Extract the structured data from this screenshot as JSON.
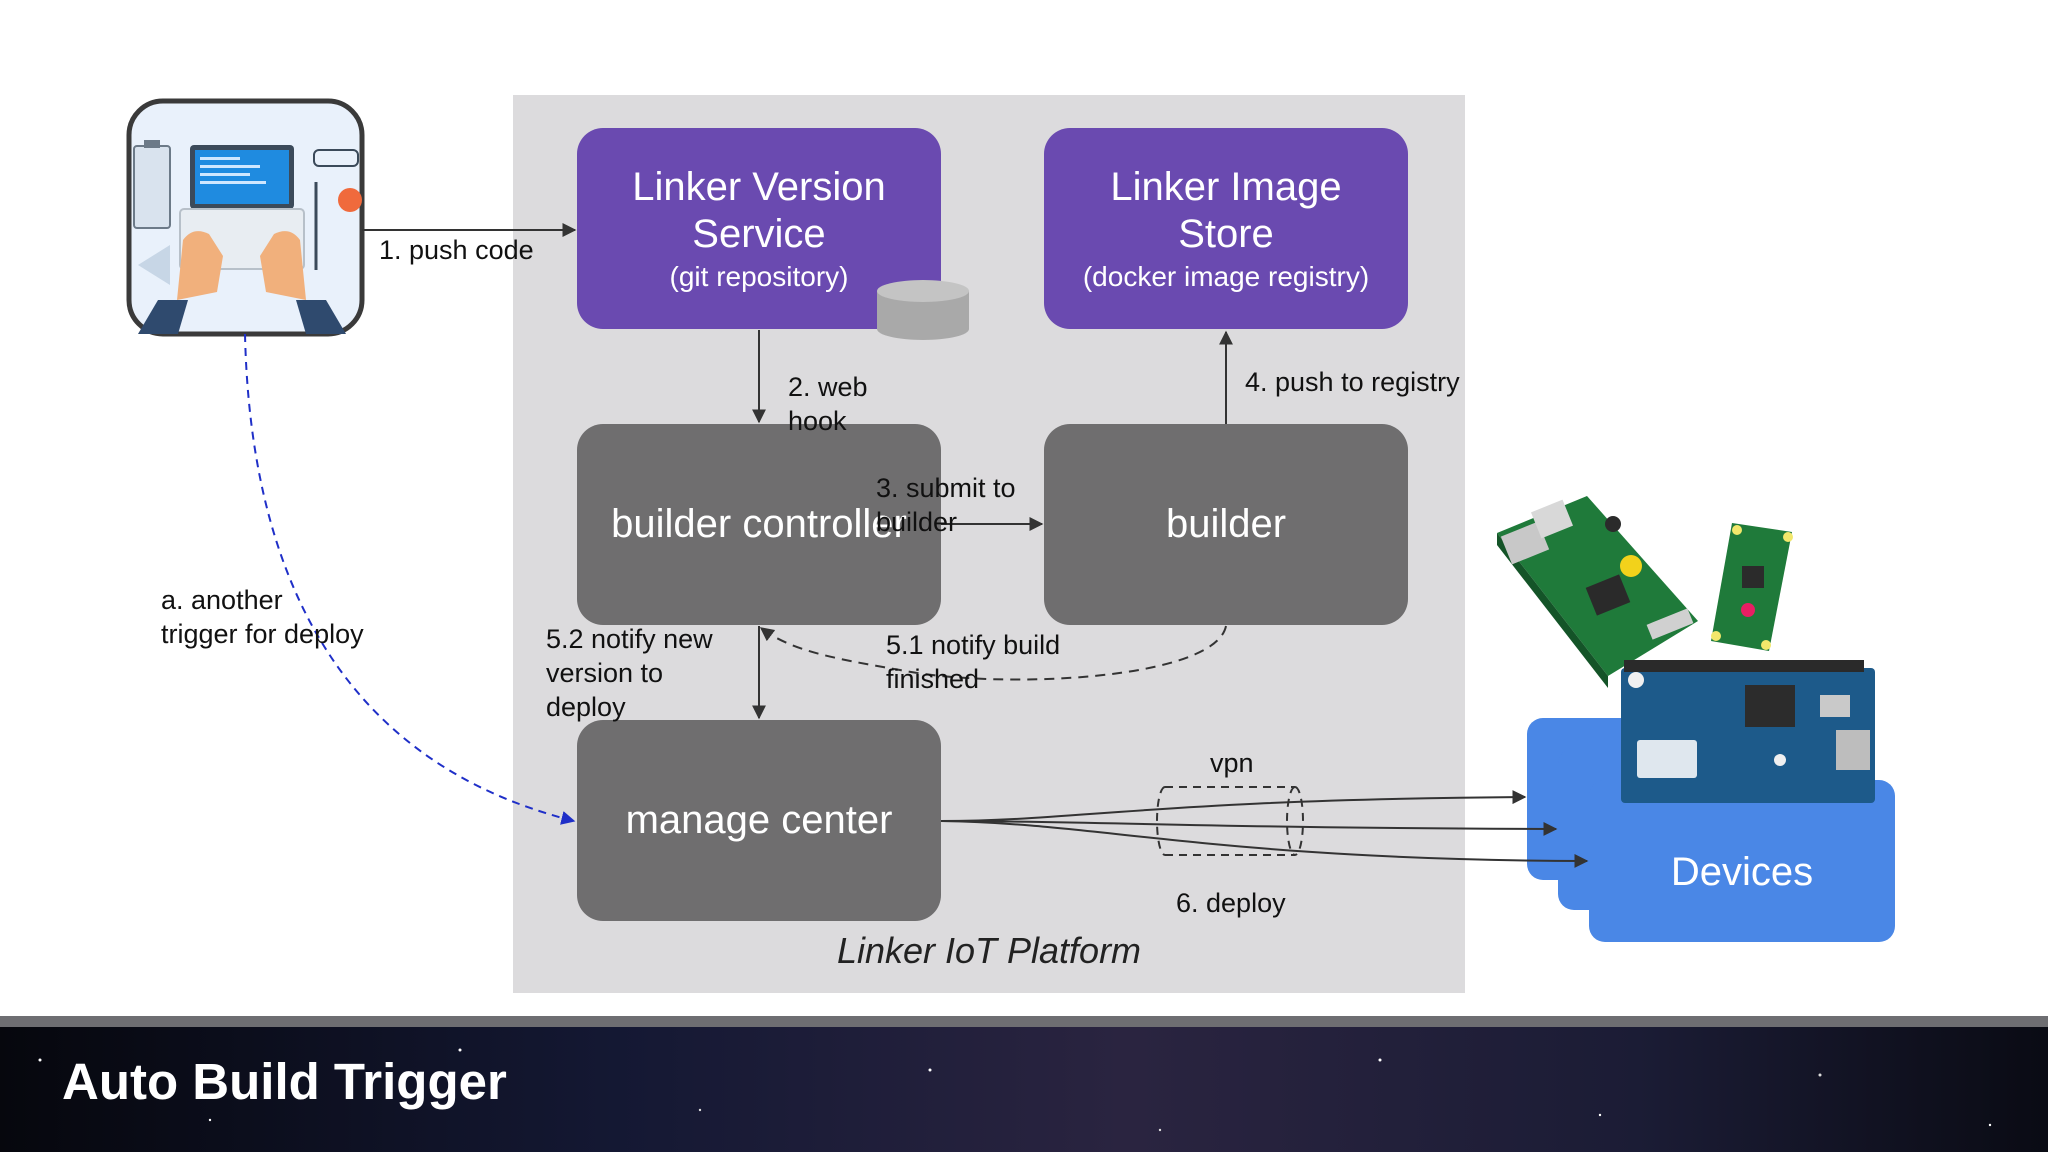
{
  "slide": {
    "title": "Auto Build Trigger"
  },
  "platform": {
    "label": "Linker IoT Platform"
  },
  "nodes": {
    "version_service": {
      "title_line1": "Linker Version",
      "title_line2": "Service",
      "subtitle": "(git repository)"
    },
    "image_store": {
      "title_line1": "Linker Image",
      "title_line2": "Store",
      "subtitle": "(docker image registry)"
    },
    "builder_controller": {
      "label": "builder controller"
    },
    "builder": {
      "label": "builder"
    },
    "manage_center": {
      "label": "manage center"
    },
    "devices": {
      "label": "Devices"
    }
  },
  "edges": {
    "push_code": "1. push code",
    "web_hook_1": "2. web",
    "web_hook_2": "hook",
    "submit_1": "3. submit to",
    "submit_2": "builder",
    "push_registry": "4. push to registry",
    "notify_build_1": "5.1 notify build",
    "notify_build_2": "finished",
    "notify_new_1": "5.2 notify new",
    "notify_new_2": "version to",
    "notify_new_3": "deploy",
    "another_trigger_1": "a. another",
    "another_trigger_2": "trigger for deploy",
    "vpn": "vpn",
    "deploy": "6. deploy"
  },
  "colors": {
    "purple": "#6a4ab0",
    "gray": "#6f6e6f",
    "device_blue": "#4a87e6",
    "platform_bg": "#dcdbdd",
    "trigger_line": "#1f2fc8"
  }
}
